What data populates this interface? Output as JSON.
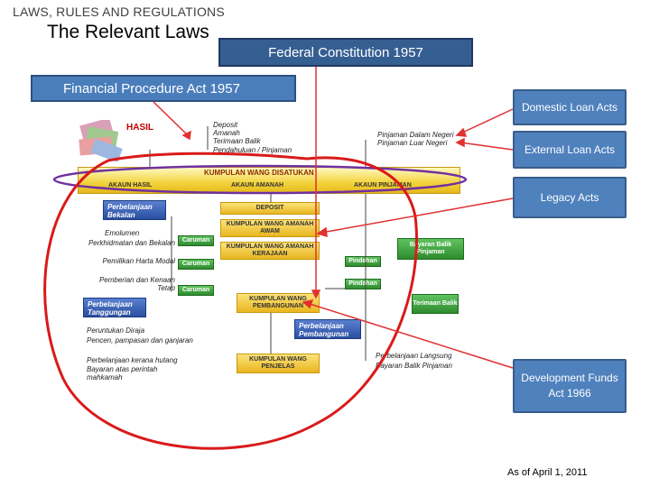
{
  "header": {
    "section": "LAWS, RULES AND REGULATIONS",
    "title": "The Relevant Laws"
  },
  "laws": {
    "federal_constitution": "Federal Constitution 1957",
    "financial_procedure": "Financial Procedure Act 1957",
    "domestic_loan": "Domestic Loan Acts",
    "external_loan": "External Loan Acts",
    "legacy": "Legacy Acts",
    "development_funds": "Development Funds Act 1966"
  },
  "footer": {
    "as_of": "As of April 1, 2011"
  },
  "flowchart": {
    "hasil": "HASIL",
    "revenue_sources": [
      "Deposit",
      "Amanah",
      "Terimaan Balik",
      "Pendahuluan / Pinjaman"
    ],
    "loans": [
      "Pinjaman Dalam Negeri",
      "Pinjaman Luar Negeri"
    ],
    "consolidated_fund": "KUMPULAN WANG DISATUKAN",
    "accounts": [
      "AKAUN HASIL",
      "AKAUN AMANAH",
      "AKAUN PINJAMAN"
    ],
    "operating_expenditure": "Perbelanjaan Bekalan",
    "operating_items": [
      "Emolumen",
      "Perkhidmatan dan Bekalan",
      "Pemilikan Harta Modal",
      "Pemberian dan Kenaan Tetap"
    ],
    "transfer": "Caruman",
    "trust_funds": [
      "DEPOSIT",
      "KUMPULAN WANG AMANAH AWAM",
      "KUMPULAN WANG AMANAH KERAJAAN"
    ],
    "loan_repayment": "Bayaran Balik Pinjaman",
    "transfer_out": "Pindahan",
    "dev_fund": "KUMPULAN WANG PEMBANGUNAN",
    "receipts_back": "Terimaan Balik",
    "charged_expenditure": "Perbelanjaan Tanggungan",
    "charged_items": [
      "Peruntukan Diraja",
      "Pencen, pampasan dan ganjaran",
      "Perbelanjaan kerana hutang",
      "Bayaran atas perintah mahkamah"
    ],
    "dev_expenditure": "Perbelanjaan Pembangunan",
    "dev_items": [
      "Perbelanjaan Langsung",
      "Bayaran Balik Pinjaman"
    ],
    "sinking_fund": "KUMPULAN WANG PENJELAS"
  },
  "colors": {
    "box_blue": "#4f81bd",
    "arrow_red": "#e03030",
    "ellipse_red": "#d91a1a",
    "ellipse_purple": "#7030a0",
    "gold": "#f2d33c",
    "green": "#2e8b2e"
  }
}
